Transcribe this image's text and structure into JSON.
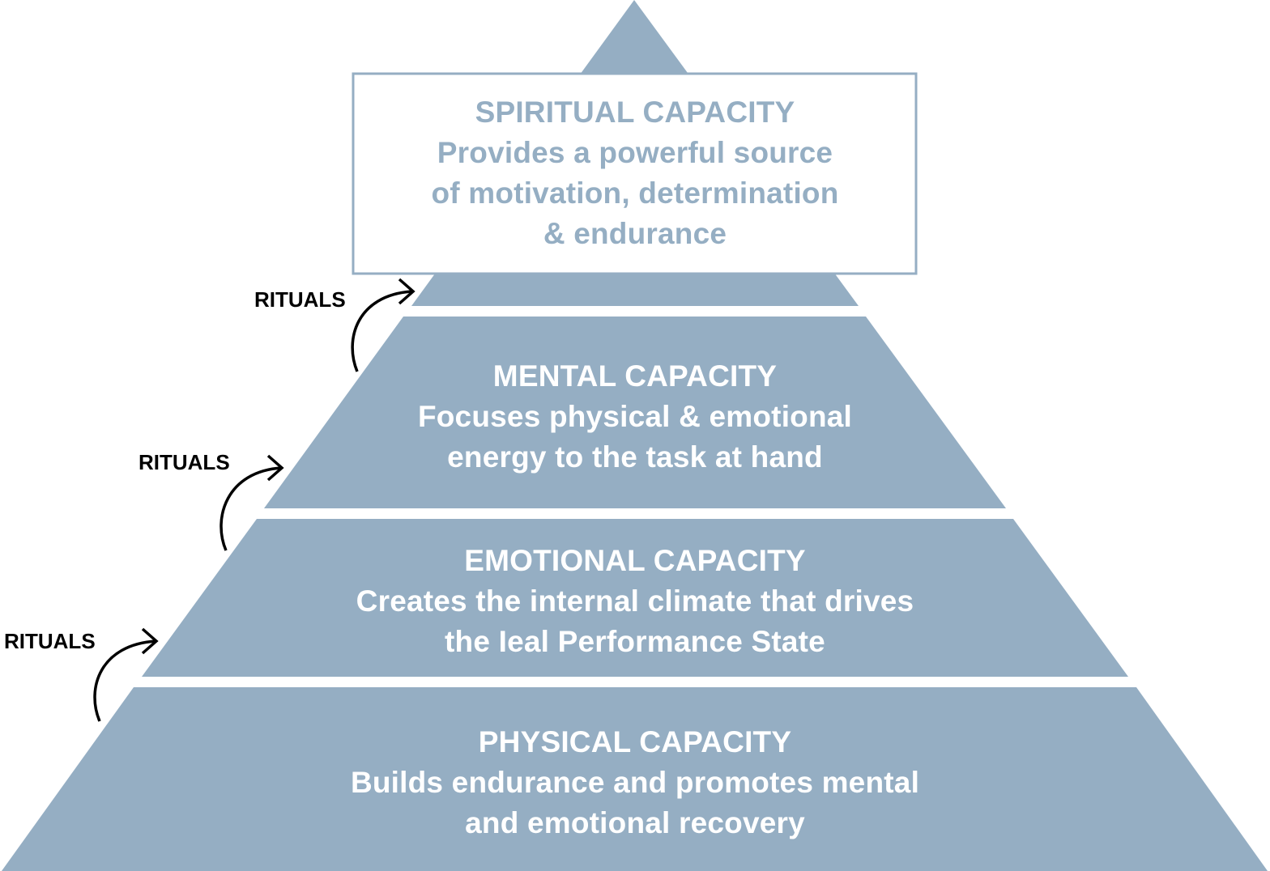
{
  "colors": {
    "pyramid_fill": "#95AEC3",
    "spiritual_text": "#95AEC3",
    "level_text": "#ffffff",
    "ritual_text": "#000000",
    "arrow_stroke": "#000000",
    "background": "#ffffff"
  },
  "levels": {
    "spiritual": {
      "title": "SPIRITUAL CAPACITY",
      "lines": [
        "Provides a powerful source",
        "of motivation, determination",
        "& endurance"
      ]
    },
    "mental": {
      "title": "MENTAL CAPACITY",
      "lines": [
        "Focuses physical & emotional",
        "energy to the task at hand"
      ]
    },
    "emotional": {
      "title": "EMOTIONAL CAPACITY",
      "lines": [
        "Creates the internal climate that drives",
        "the Ieal Performance State"
      ]
    },
    "physical": {
      "title": "PHYSICAL CAPACITY",
      "lines": [
        "Builds endurance and promotes mental",
        "and emotional recovery"
      ]
    }
  },
  "rituals": [
    {
      "label": "RITUALS",
      "icon": "curved-arrow-icon"
    },
    {
      "label": "RITUALS",
      "icon": "curved-arrow-icon"
    },
    {
      "label": "RITUALS",
      "icon": "curved-arrow-icon"
    }
  ]
}
